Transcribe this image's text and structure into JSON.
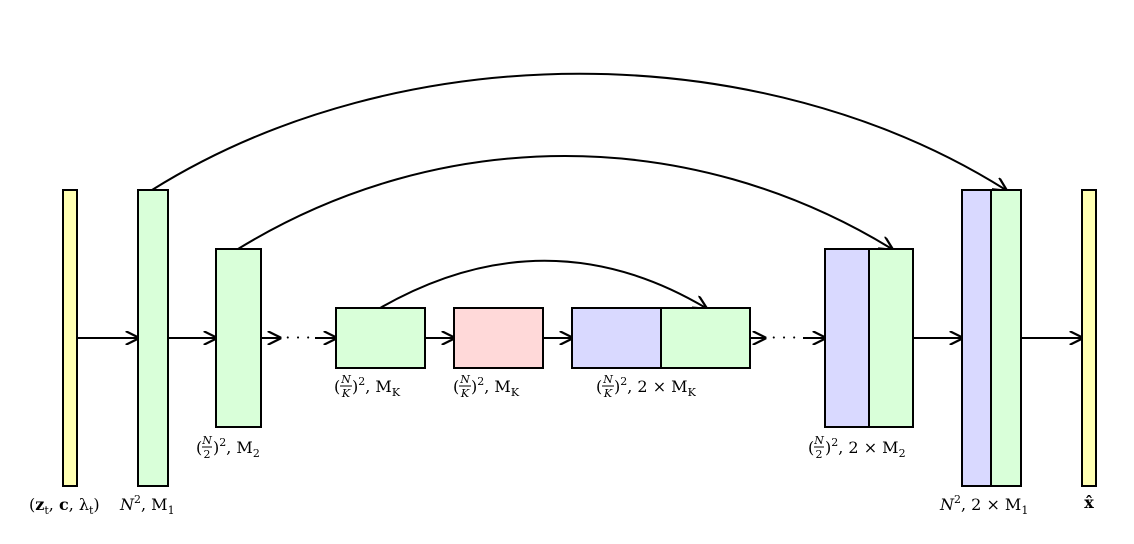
{
  "colors": {
    "input": "#ffffb3",
    "encoder": "#d9ffd9",
    "bottleneck": "#ffd9d9",
    "skip": "#d9d9ff"
  },
  "labels": {
    "input": [
      "(",
      "z",
      "t",
      ", ",
      "c",
      ", λ",
      "t",
      ")"
    ],
    "enc1": [
      "N",
      "2",
      ", M",
      "1"
    ],
    "enc2": [
      "(",
      "N",
      "2",
      ")",
      "2",
      ", M",
      "2"
    ],
    "encK": [
      "(",
      "N",
      "K",
      ")",
      "2",
      ", M",
      "K"
    ],
    "bottleneck": [
      "(",
      "N",
      "K",
      ")",
      "2",
      ", M",
      "K"
    ],
    "decK": [
      "(",
      "N",
      "K",
      ")",
      "2",
      ", 2 × M",
      "K"
    ],
    "dec2": [
      "(",
      "N",
      "2",
      ")",
      "2",
      ", 2 × M",
      "2"
    ],
    "dec1": [
      "N",
      "2",
      ", 2 × M",
      "1"
    ],
    "output": "x̂"
  },
  "ellipsis": "· · ·"
}
